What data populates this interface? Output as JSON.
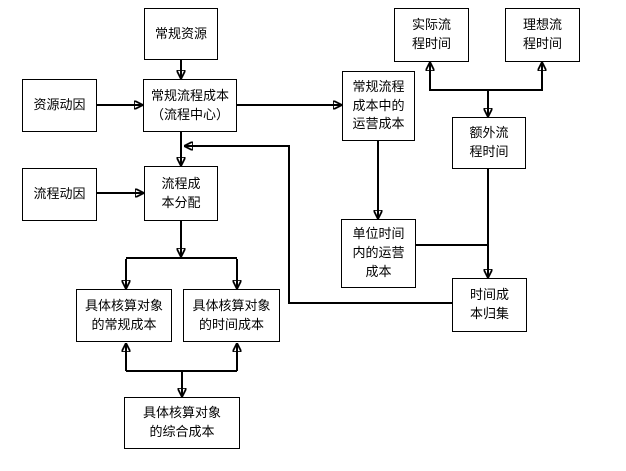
{
  "diagram": {
    "background_color": "#ffffff",
    "line_color": "#000000",
    "node_fill_color": "#ffffff",
    "node_border_color": "#000000",
    "nodes": [
      {
        "id": "regular-resources",
        "label": "常规资源"
      },
      {
        "id": "resource-driver",
        "label": "资源动因"
      },
      {
        "id": "regular-process-cost",
        "label": "常规流程成本\n（流程中心）"
      },
      {
        "id": "process-driver",
        "label": "流程动因"
      },
      {
        "id": "process-cost-allocation",
        "label": "流程成\n本分配"
      },
      {
        "id": "actual-process-time",
        "label": "实际流\n程时间"
      },
      {
        "id": "ideal-process-time",
        "label": "理想流\n程时间"
      },
      {
        "id": "operating-cost-in-regular",
        "label": "常规流程\n成本中的\n运营成本"
      },
      {
        "id": "extra-process-time",
        "label": "额外流\n程时间"
      },
      {
        "id": "unit-time-operating-cost",
        "label": "单位时间\n内的运营\n成本"
      },
      {
        "id": "time-cost-collection",
        "label": "时间成\n本归集"
      },
      {
        "id": "object-regular-cost",
        "label": "具体核算对象\n的常规成本"
      },
      {
        "id": "object-time-cost",
        "label": "具体核算对象\n的时间成本"
      },
      {
        "id": "object-comprehensive-cost",
        "label": "具体核算对象\n的综合成本"
      }
    ],
    "edges": [
      {
        "from": "regular-resources",
        "to": "regular-process-cost"
      },
      {
        "from": "resource-driver",
        "to": "regular-process-cost"
      },
      {
        "from": "regular-process-cost",
        "to": "operating-cost-in-regular"
      },
      {
        "from": "regular-process-cost",
        "to": "process-cost-allocation"
      },
      {
        "from": "process-driver",
        "to": "process-cost-allocation"
      },
      {
        "from": "time-cost-collection",
        "to": "process-cost-allocation"
      },
      {
        "from": "time-junction",
        "to": "actual-process-time"
      },
      {
        "from": "time-junction",
        "to": "ideal-process-time"
      },
      {
        "from": "time-junction",
        "to": "extra-process-time"
      },
      {
        "from": "operating-cost-in-regular",
        "to": "unit-time-operating-cost"
      },
      {
        "from": "extra-process-time",
        "to": "time-cost-collection"
      },
      {
        "from": "unit-time-operating-cost",
        "to": "time-cost-collection"
      },
      {
        "from": "process-cost-allocation",
        "to": "object-regular-cost"
      },
      {
        "from": "process-cost-allocation",
        "to": "object-time-cost"
      },
      {
        "from": "merge-junction",
        "to": "object-regular-cost"
      },
      {
        "from": "merge-junction",
        "to": "object-time-cost"
      },
      {
        "from": "merge-junction",
        "to": "object-comprehensive-cost"
      }
    ]
  }
}
